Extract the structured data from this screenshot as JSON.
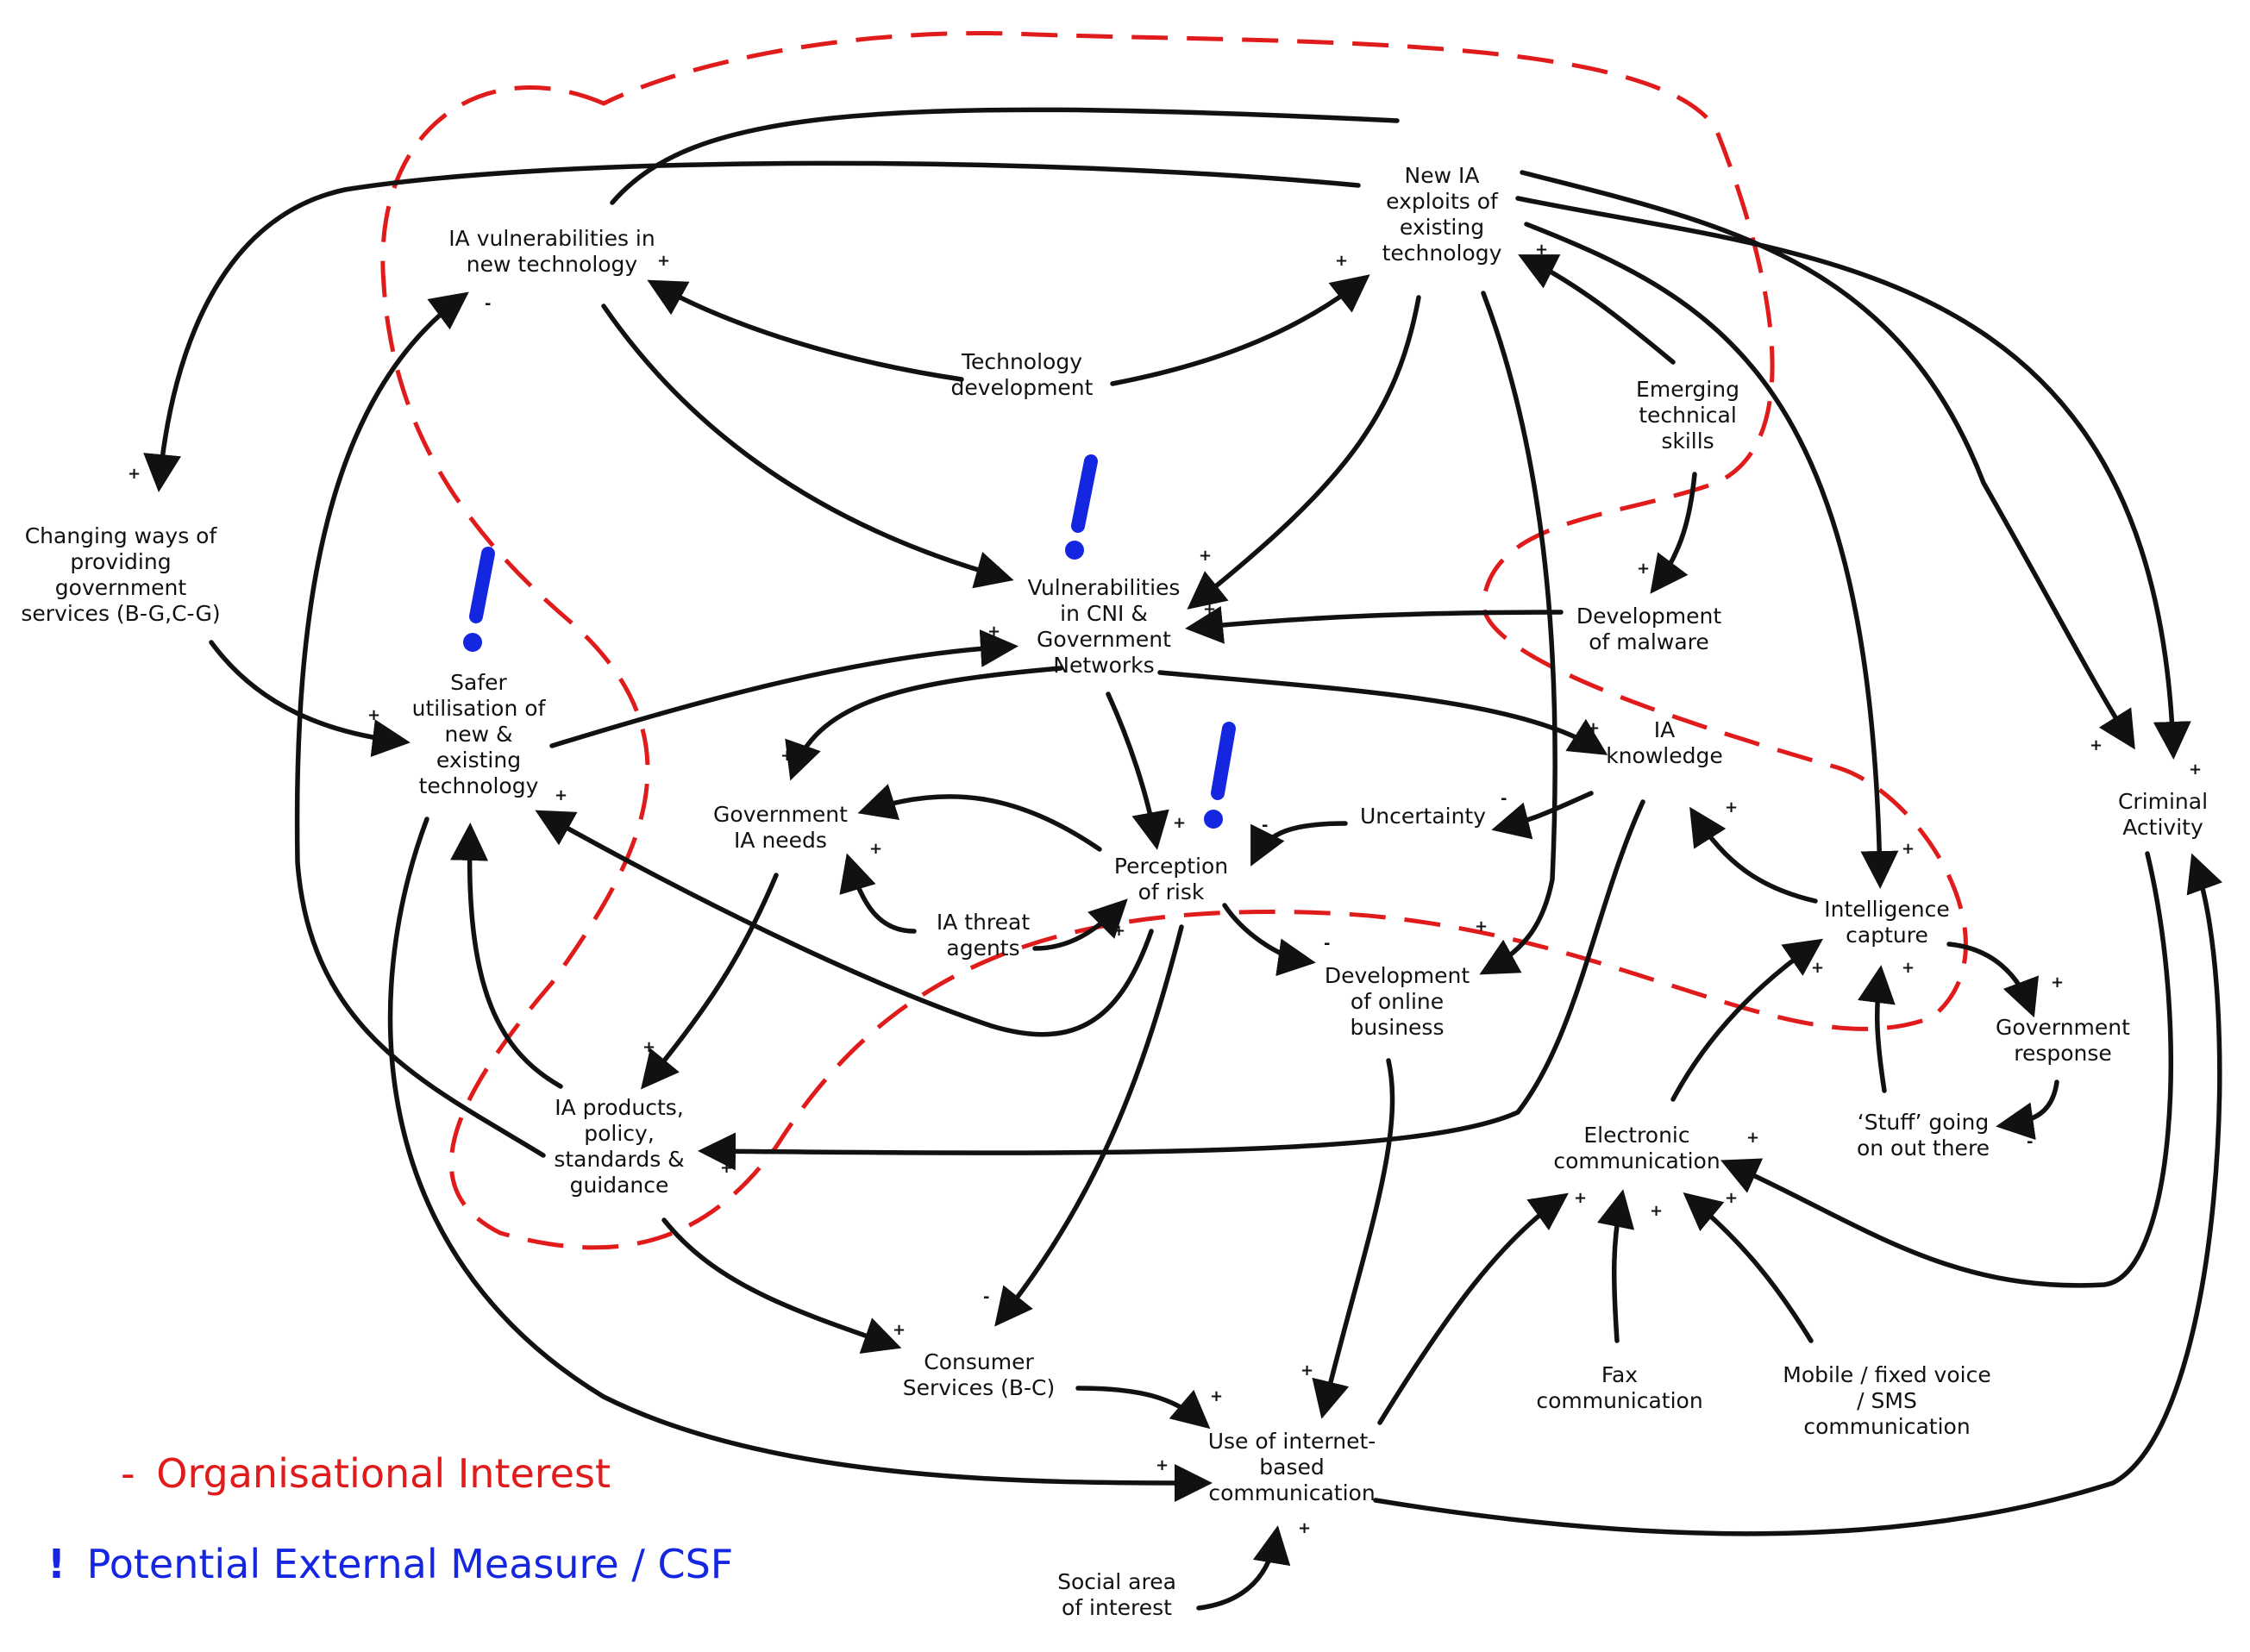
{
  "colors": {
    "ink": "#111111",
    "organisational": "#e01b1b",
    "external": "#1426e0"
  },
  "nodes": {
    "ia_vuln_new_tech": {
      "lines": [
        "IA vulnerabilities in",
        "new technology"
      ]
    },
    "new_ia_exploits": {
      "lines": [
        "New IA",
        "exploits of",
        "existing",
        "technology"
      ]
    },
    "technology_development": {
      "lines": [
        "Technology",
        "development"
      ]
    },
    "emerging_skills": {
      "lines": [
        "Emerging",
        "technical",
        "skills"
      ]
    },
    "changing_ways": {
      "lines": [
        "Changing ways of",
        "providing",
        "government",
        "services (B-G,C-G)"
      ]
    },
    "vuln_cni": {
      "lines": [
        "Vulnerabilities",
        "in CNI &",
        "Government",
        "Networks"
      ]
    },
    "dev_malware": {
      "lines": [
        "Development",
        "of malware"
      ]
    },
    "safer_utilisation": {
      "lines": [
        "Safer",
        "utilisation of",
        "new &",
        "existing",
        "technology"
      ]
    },
    "ia_knowledge": {
      "lines": [
        "IA",
        "knowledge"
      ]
    },
    "criminal_activity": {
      "lines": [
        "Criminal",
        "Activity"
      ]
    },
    "gov_ia_needs": {
      "lines": [
        "Government",
        "IA needs"
      ]
    },
    "uncertainty": {
      "lines": [
        "Uncertainty"
      ]
    },
    "perception_risk": {
      "lines": [
        "Perception",
        "of risk"
      ]
    },
    "ia_threat_agents": {
      "lines": [
        "IA threat",
        "agents"
      ]
    },
    "intelligence_capture": {
      "lines": [
        "Intelligence",
        "capture"
      ]
    },
    "dev_online_business": {
      "lines": [
        "Development",
        "of online",
        "business"
      ]
    },
    "gov_response": {
      "lines": [
        "Government",
        "response"
      ]
    },
    "ia_products": {
      "lines": [
        "IA products,",
        "policy,",
        "standards &",
        "guidance"
      ]
    },
    "electronic_comm": {
      "lines": [
        "Electronic",
        "communication"
      ]
    },
    "stuff_going_on": {
      "lines": [
        "‘Stuff’ going",
        "on out there"
      ]
    },
    "consumer_services": {
      "lines": [
        "Consumer",
        "Services (B-C)"
      ]
    },
    "fax_comm": {
      "lines": [
        "Fax",
        "communication"
      ]
    },
    "mobile_comm": {
      "lines": [
        "Mobile / fixed voice",
        "/ SMS",
        "communication"
      ]
    },
    "use_internet": {
      "lines": [
        "Use of internet-",
        "based",
        "communication"
      ]
    },
    "social_area": {
      "lines": [
        "Social area",
        "of interest"
      ]
    }
  },
  "legend": {
    "organisational": {
      "marker": "-",
      "label": "Organisational Interest"
    },
    "external": {
      "marker": "!",
      "label": "Potential External Measure / CSF"
    }
  },
  "signs": {
    "plus": "+",
    "minus": "-"
  }
}
